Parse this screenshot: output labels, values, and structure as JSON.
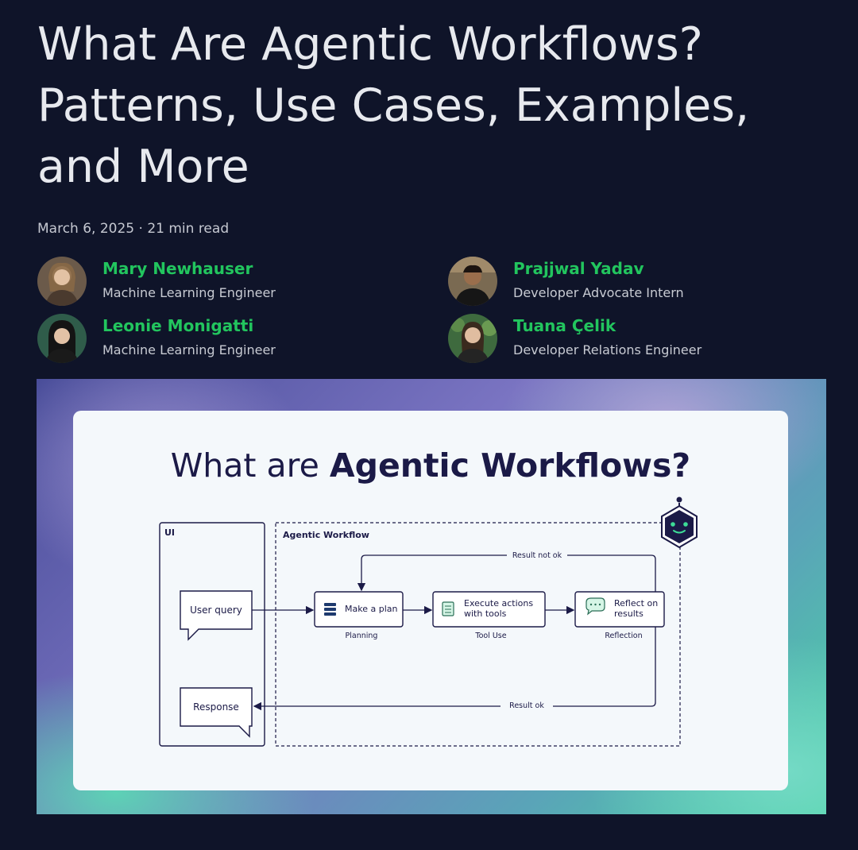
{
  "article": {
    "title_lines": [
      "What Are Agentic Workflows?",
      "Patterns, Use Cases, Examples,",
      "and More"
    ],
    "meta": "March 6, 2025 · 21 min read"
  },
  "authors": [
    {
      "name": "Mary Newhauser",
      "role": "Machine Learning Engineer"
    },
    {
      "name": "Prajjwal Yadav",
      "role": "Developer Advocate Intern"
    },
    {
      "name": "Leonie Monigatti",
      "role": "Machine Learning Engineer"
    },
    {
      "name": "Tuana Çelik",
      "role": "Developer Relations Engineer"
    }
  ],
  "hero": {
    "title_regular": "What are ",
    "title_bold": "Agentic Workflows?",
    "diagram": {
      "ui_label": "UI",
      "workflow_label": "Agentic Workflow",
      "user_query": "User query",
      "response": "Response",
      "plan": "Make a plan",
      "planning": "Planning",
      "execute_line1": "Execute actions",
      "execute_line2": "with tools",
      "tool_use": "Tool Use",
      "reflect_line1": "Reflect on",
      "reflect_line2": "results",
      "reflection": "Reflection",
      "result_not_ok": "Result not ok",
      "result_ok": "Result ok"
    }
  },
  "colors": {
    "background": "#0f1429",
    "author_name": "#22c55e",
    "diagram_ink": "#1b1a47",
    "robot_face": "#3ddc97"
  },
  "icons": [
    "avatar-photo",
    "layers-icon",
    "document-icon",
    "chat-bubble-icon",
    "robot-icon"
  ]
}
